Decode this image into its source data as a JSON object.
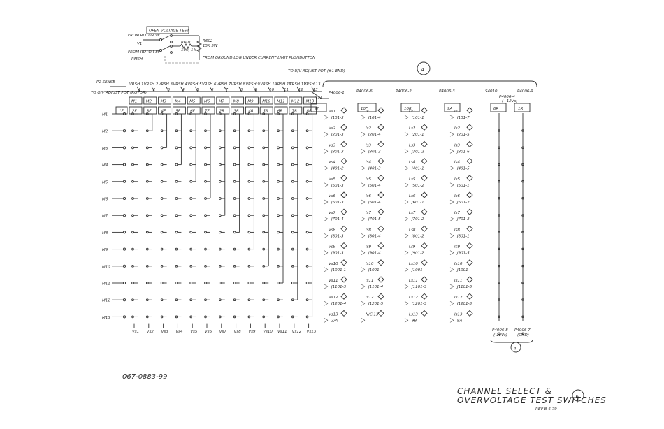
{
  "test_box": {
    "title": "OPEN VOLTAGE TEST",
    "from_rotor_9f": "FROM ROTOR 9F",
    "v1": "V1",
    "from_rotor_8f": "FROM ROTOR 8F",
    "rmsh": "RMSH",
    "r601": "R601",
    "r601_val": "100, 1%",
    "r602": "R602",
    "r602_val": "15K 5W",
    "ground_note": "FROM GROUND LOG UNDER CURRENT LIMIT PUSHBUTTON"
  },
  "left": {
    "p2_sense": "P2 SENSE",
    "to_ov_adjust": "TO O/V ADJUST POT (ROTOR)",
    "to_uv_adjust": "TO U/V ADJUST POT (#1 END)",
    "vs1": "Vs1"
  },
  "top_labels": [
    "VRSH 1",
    "VRSH 2",
    "VRSH 3",
    "VRSH 4",
    "VRSH 5",
    "VRSH 6",
    "VRSH 7",
    "VRSH 8",
    "VRSH 9",
    "VRSH 10",
    "VRSH 11",
    "VRSH 12",
    "VRSH 13"
  ],
  "top_nums": [
    "1",
    "2",
    "3",
    "4",
    "5",
    "6",
    "7",
    "8",
    "9",
    "10",
    "11",
    "12",
    "13"
  ],
  "col_headers": [
    "M1",
    "M2",
    "M3",
    "M4",
    "M5",
    "M6",
    "M7",
    "M8",
    "M9",
    "M10",
    "M11",
    "M12",
    "M13"
  ],
  "row_labels": [
    "M1",
    "M2",
    "M3",
    "M4",
    "M5",
    "M6",
    "M7",
    "M8",
    "M9",
    "M10",
    "M11",
    "M12",
    "M13"
  ],
  "first_row_terms": [
    "1F",
    "2F",
    "3F",
    "4F",
    "5F",
    "6F",
    "7F",
    "2R",
    "3R",
    "4R",
    "5R",
    "6R",
    "7R",
    "8F"
  ],
  "bottom_labels": [
    "Vs1",
    "Vs2",
    "Vs3",
    "Vs4",
    "Vs5",
    "Vs6",
    "Vs7",
    "Vs8",
    "Vs9",
    "Vs10",
    "Vs11",
    "Vs12",
    "Vs13"
  ],
  "callout_top": "4",
  "callout_bottom": "4",
  "connectors": {
    "p4006_1": "P4006-1",
    "p4006_6": "P4006-6",
    "p4006_2": "P4006-2",
    "p4006_3": "P4006-3",
    "s4010": "S4010",
    "p4006_4": "P4006-4",
    "p4006_4_sub": "(+12Vs)",
    "p4006_9": "P4006-9",
    "p4006_8": "P4006-8",
    "p4006_8_sub": "(-12Vs)",
    "p4006_7": "P4006-7",
    "p4006_7_sub": "(GND)"
  },
  "switch_terms": {
    "t1": "9F",
    "t2": "10F",
    "t3": "10R",
    "t4": "9A",
    "t5": "8R",
    "t6": "1R"
  },
  "col_vs": [
    "Vs1",
    "Vs2",
    "Vs3",
    "Vs4",
    "Vs5",
    "Vs6",
    "Vs7",
    "Vs8",
    "Vs9",
    "Vs10",
    "Vs11",
    "Vs12",
    "Vs13"
  ],
  "col_vs_j": [
    "J101-3",
    "J201-3",
    "J301-3",
    "J401-2",
    "J501-3",
    "J601-3",
    "J701-4",
    "J801-3",
    "J901-3",
    "J1001-1",
    "J1101-3",
    "J1201-4",
    "3/A"
  ],
  "col_is": [
    "Is1",
    "Is2",
    "Is3",
    "Is4",
    "Is5",
    "Is6",
    "Is7",
    "Is8",
    "Is9",
    "Is10",
    "Is11",
    "Is12",
    "N/C 13"
  ],
  "col_is_j": [
    "J101-4",
    "J201-4",
    "J301-3",
    "J401-3",
    "J501-4",
    "J601-4",
    "J701-5",
    "J801-4",
    "J901-4",
    "J1001",
    "J1101-4",
    "J1201-5",
    ""
  ],
  "col_ls": [
    "Ls1",
    "Ls2",
    "Ls3",
    "Ls4",
    "Ls5",
    "Ls6",
    "Ls7",
    "Ls8",
    "Ls9",
    "Ls10",
    "Ls11",
    "Ls12",
    "Ls13"
  ],
  "col_ls_j": [
    "J101-1",
    "J201-1",
    "J301-2",
    "J401-1",
    "J501-2",
    "J601-1",
    "J701-2",
    "J801-2",
    "J901-2",
    "J1001",
    "J1101-3",
    "J1201-3",
    "9B"
  ],
  "col_is2": [
    "Is1",
    "Is2",
    "Is3",
    "Is4",
    "Is5",
    "Is6",
    "Is7",
    "Is8",
    "Is9",
    "Is10",
    "Is11",
    "Is12",
    "Is13"
  ],
  "col_is2_j": [
    "J101-7",
    "J201-5",
    "J301-6",
    "J401-5",
    "J501-1",
    "J601-2",
    "J701-3",
    "J801-1",
    "J901-5",
    "J1001",
    "J1101-5",
    "J1201-3",
    "9A"
  ],
  "drawing_no": "067-0883-99",
  "title_line1": "CHANNEL SELECT &",
  "title_line2": "OVERVOLTAGE TEST SWITCHES",
  "rev": "REV B 6-79",
  "sheet_callout": "6"
}
